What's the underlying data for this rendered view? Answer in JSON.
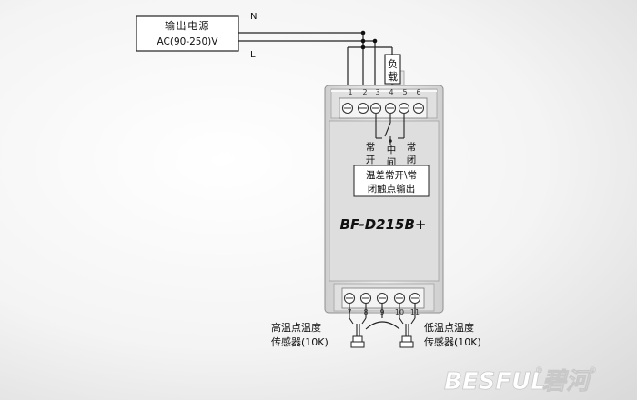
{
  "power": {
    "label": "输出电源",
    "voltage": "AC(90-250)V",
    "n": "N",
    "l": "L"
  },
  "load": {
    "line1": "负",
    "line2": "载"
  },
  "terminals_top": [
    "1",
    "2",
    "3",
    "4",
    "5",
    "6"
  ],
  "terminals_bottom": [
    "7",
    "8",
    "9",
    "10",
    "11"
  ],
  "contacts": {
    "no_1": "常",
    "no_2": "开",
    "com_1": "中",
    "com_2": "间",
    "nc_1": "常",
    "nc_2": "闭"
  },
  "output_box": {
    "line1": "温差常开\\常",
    "line2": "闭触点输出"
  },
  "model": "BF-D215B+",
  "sensor_high": {
    "line1": "高温点温度",
    "line2": "传感器(10K)"
  },
  "sensor_low": {
    "line1": "低温点温度",
    "line2": "传感器(10K)"
  },
  "brand": {
    "latin": "BESFUL",
    "chinese": "碧河",
    "reg": "®"
  }
}
